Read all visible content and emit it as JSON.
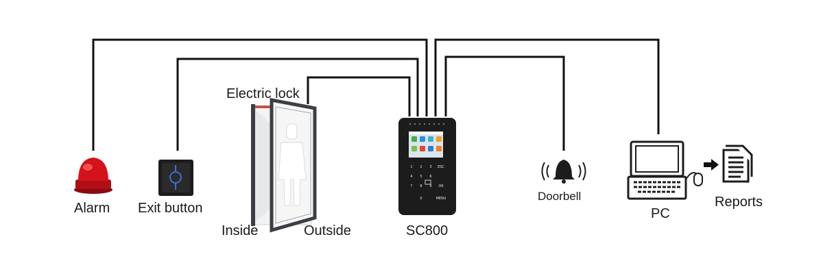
{
  "diagram": {
    "devices": {
      "alarm": {
        "label": "Alarm"
      },
      "exit_button": {
        "label": "Exit button"
      },
      "electric_lock": {
        "label": "Electric lock"
      },
      "door": {
        "inside_label": "Inside",
        "outside_label": "Outside"
      },
      "controller": {
        "label": "SC800",
        "keys": [
          "1",
          "2",
          "3",
          "ESC",
          "4",
          "5",
          "6",
          "7",
          "8",
          "9",
          "0",
          "OK",
          "MENU"
        ]
      },
      "doorbell": {
        "label": "Doorbell"
      },
      "pc": {
        "label": "PC"
      },
      "reports": {
        "label": "Reports"
      }
    },
    "colors": {
      "wire": "#111111",
      "alarm_red": "#d3121b",
      "device_body": "#1c1c1c",
      "exit_ring": "#3a6fd8",
      "door_frame": "#3b3f44"
    }
  }
}
